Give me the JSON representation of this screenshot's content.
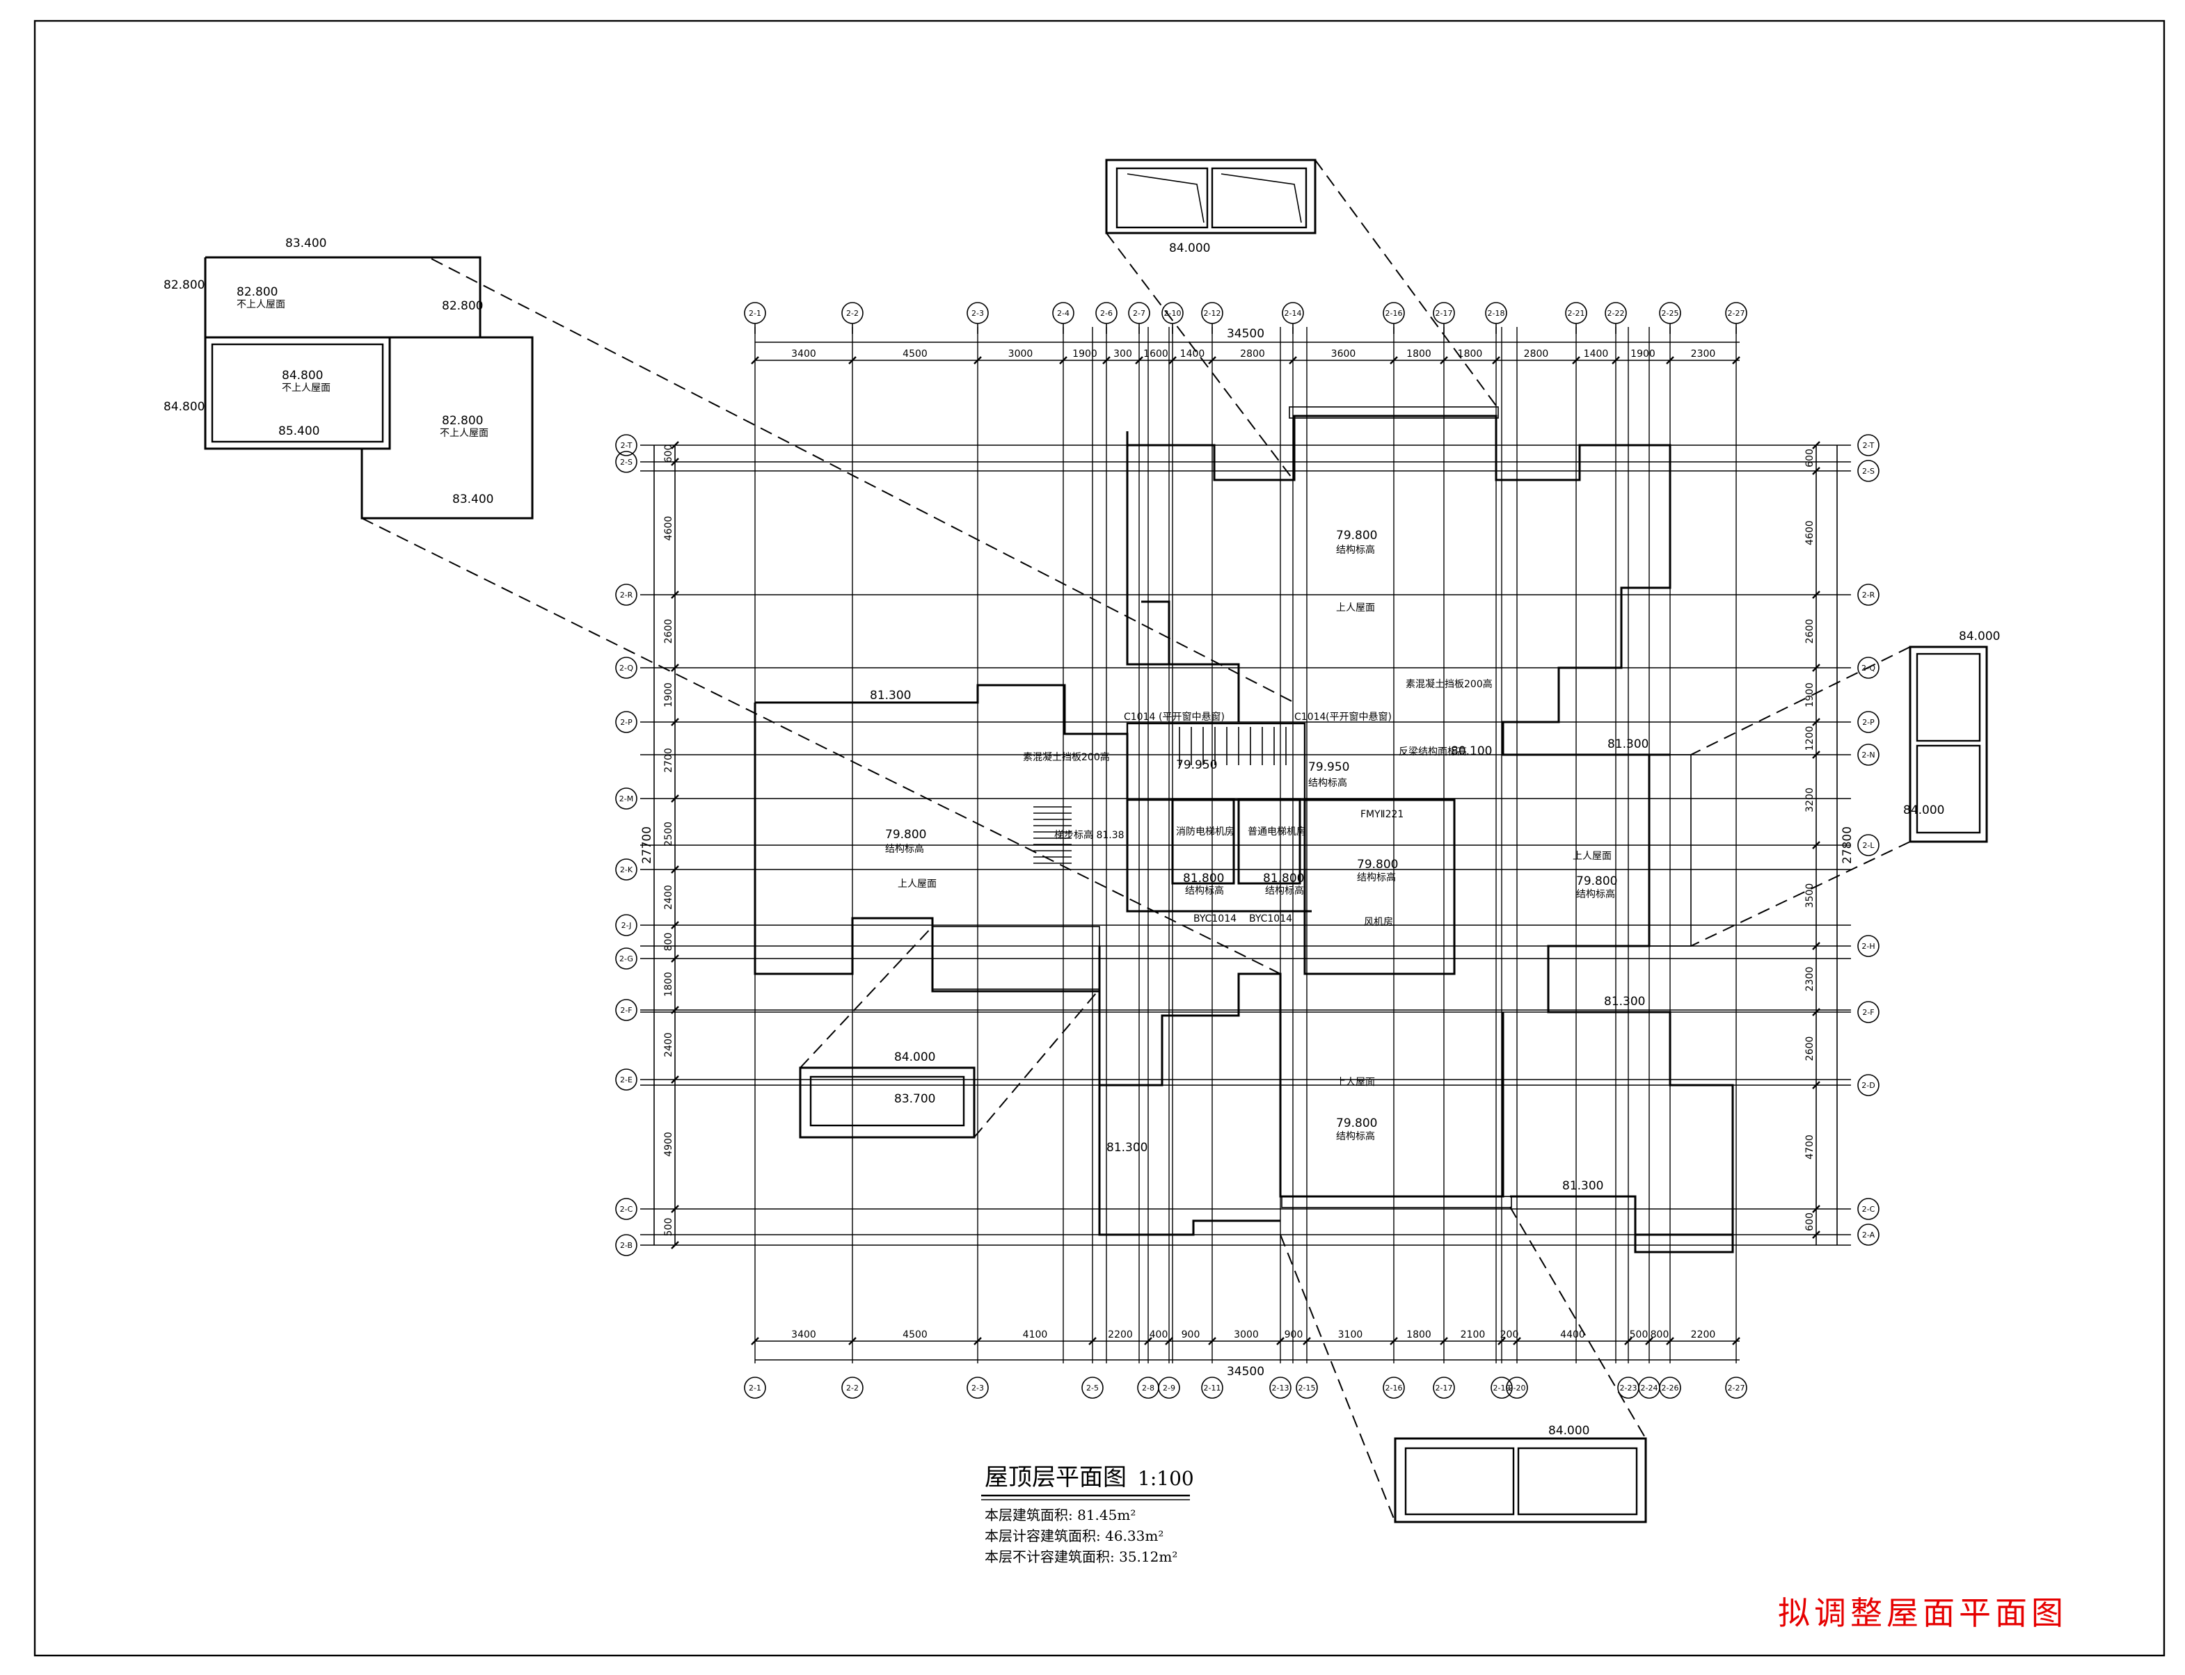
{
  "drawing": {
    "title": "屋顶层平面图",
    "scale": "1:100",
    "area_total": "本层建筑面积: 81.45m²",
    "area_counted": "本层计容建筑面积: 46.33m²",
    "area_uncounted": "本层不计容建筑面积: 35.12m²",
    "stamp": "拟调整屋面平面图"
  },
  "axes": {
    "top": [
      "2-1",
      "2-2",
      "2-3",
      "2-4",
      "2-6",
      "2-7",
      "2-10",
      "2-12",
      "2-14",
      "2-16",
      "2-17",
      "2-18",
      "2-21",
      "2-22",
      "2-25",
      "2-27"
    ],
    "bottom": [
      "2-1",
      "2-2",
      "2-3",
      "2-5",
      "2-8",
      "2-9",
      "2-11",
      "2-13",
      "2-15",
      "2-16",
      "2-17",
      "2-19",
      "2-20",
      "2-23",
      "2-24",
      "2-26",
      "2-27"
    ],
    "left": [
      "2-T",
      "2-S",
      "2-R",
      "2-Q",
      "2-P",
      "2-M",
      "2-K",
      "2-J",
      "2-G",
      "2-F",
      "2-E",
      "2-C",
      "2-B"
    ],
    "right": [
      "2-T",
      "2-S",
      "2-R",
      "2-Q",
      "2-P",
      "2-N",
      "2-L",
      "2-H",
      "2-F",
      "2-D",
      "2-C",
      "2-A"
    ]
  },
  "dimensions": {
    "top_total": "34500",
    "top": [
      "3400",
      "4500",
      "3000",
      "1900",
      "300",
      "1600",
      "1400",
      "2800",
      "3600",
      "1800",
      "1800",
      "2800",
      "1400",
      "1900",
      "2300"
    ],
    "bottom_total": "34500",
    "bottom": [
      "3400",
      "4500",
      "4100",
      "2200",
      "400",
      "900",
      "3000",
      "900",
      "3100",
      "1800",
      "2100",
      "200",
      "4400",
      "500",
      "800",
      "2200"
    ],
    "left_total": "27700",
    "left": [
      "600",
      "4600",
      "2600",
      "1900",
      "2700",
      "2500",
      "2400",
      "800",
      "1800",
      "2400",
      "4900",
      "500"
    ],
    "right_total": "27800",
    "right": [
      "600",
      "4600",
      "2600",
      "1900",
      "1200",
      "3200",
      "3500",
      "2300",
      "2600",
      "4700",
      "600"
    ]
  },
  "labels": {
    "elev_79800": "79.800",
    "struct": "结构标高",
    "accessible_roof": "上人屋面",
    "not_accessible_roof": "不上人屋面",
    "elev_81300": "81.300",
    "elev_79950": "79.950",
    "elev_81800": "81.800",
    "elev_80100": "80.100",
    "elev_84000": "84.000",
    "elev_83700": "83.700",
    "elev_83400": "83.400",
    "elev_82800": "82.800",
    "elev_84800": "84.800",
    "elev_85400": "85.400",
    "fan_room": "风机房",
    "door_fmy": "FMYⅡ221",
    "window_c1014": "C1014",
    "window_c1014_note": "(平开窗中悬窗)",
    "window_byc": "BYC1014",
    "concrete_note": "素混凝土挡板200高",
    "beam_note": "反梁结构面标高",
    "elevator_1": "消防电梯机房",
    "elevator_2": "普通电梯机房",
    "stair_note": "梯步标高 81.38"
  }
}
